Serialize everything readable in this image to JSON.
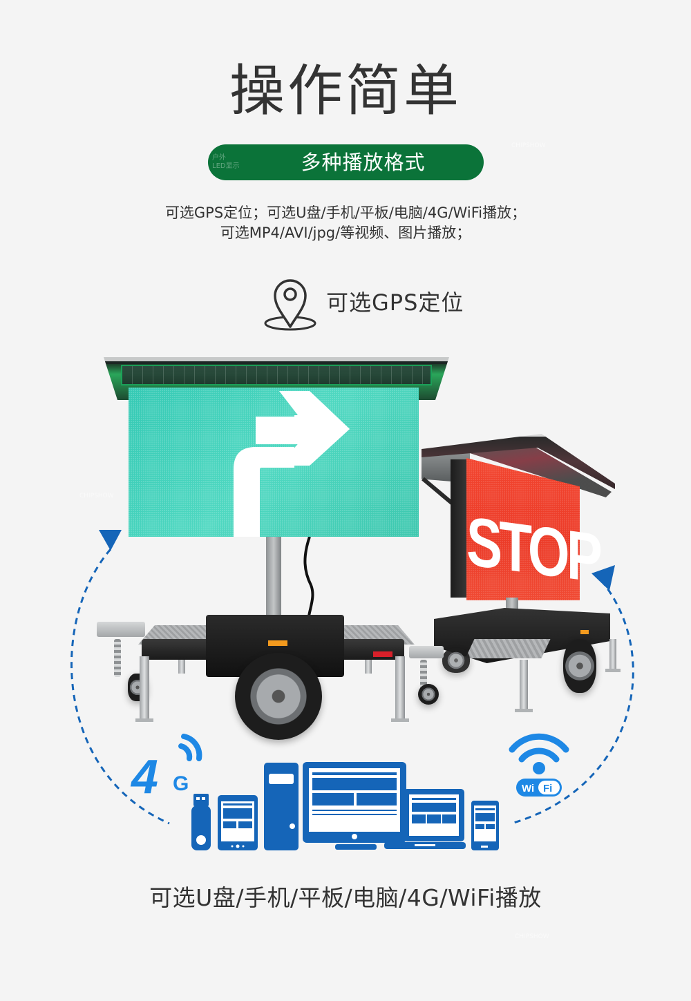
{
  "header": {
    "title": "操作简单",
    "badge_label": "多种播放格式",
    "badge_watermark_line1": "户外",
    "badge_watermark_line2": "LED显示"
  },
  "description": {
    "line1": "可选GPS定位；可选U盘/手机/平板/电脑/4G/WiFi播放；",
    "line2": "可选MP4/AVI/jpg/等视频、图片播放；"
  },
  "gps_feature": {
    "icon": "location-pin-icon",
    "label": "可选GPS定位"
  },
  "product_scene": {
    "left_trailer": {
      "screen_color": "#3ccbb4",
      "screen_content": "right-turn-arrow",
      "solar_accent": "#2aa65a"
    },
    "right_trailer": {
      "screen_color": "#ef4430",
      "screen_text": "STOP"
    },
    "cycle_arrows_color": "#1565b8"
  },
  "connectivity": {
    "network_label_big": "4",
    "network_label_small": "G",
    "wifi_label_left": "Wi",
    "wifi_label_right": "Fi",
    "devices": [
      "usb-drive",
      "tablet",
      "desktop-tower",
      "desktop-monitor",
      "laptop",
      "phone"
    ],
    "icon_color": "#1565b8",
    "accent_color": "#1e88e5"
  },
  "caption": {
    "text": "可选U盘/手机/平板/电脑/4G/WiFi播放"
  },
  "watermark": {
    "brand": "CHIPSHOW",
    "brand_cn": "齐普光电"
  },
  "colors": {
    "background": "#f4f4f4",
    "text": "#333333",
    "badge_green": "#0b7339"
  }
}
